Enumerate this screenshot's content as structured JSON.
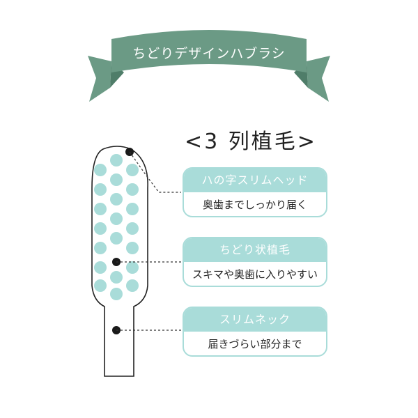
{
  "banner": {
    "text": "ちどりデザインハブラシ"
  },
  "heading": "<3 列植毛>",
  "features": [
    {
      "title": "ハの字スリムヘッド",
      "description": "奥歯までしっかり届く"
    },
    {
      "title": "ちどり状植毛",
      "description": "スキマや奥歯に入りやすい"
    },
    {
      "title": "スリムネック",
      "description": "届きづらい部分まで"
    }
  ],
  "colors": {
    "banner": "#6b9a85",
    "banner_fold": "#4f7d69",
    "bristle": "#a9dcd9",
    "card_border": "#a9dcd9",
    "outline": "#222222",
    "marker": "#1a1a1a"
  },
  "icons": [
    "toothbrush-illustration",
    "ribbon-banner"
  ]
}
